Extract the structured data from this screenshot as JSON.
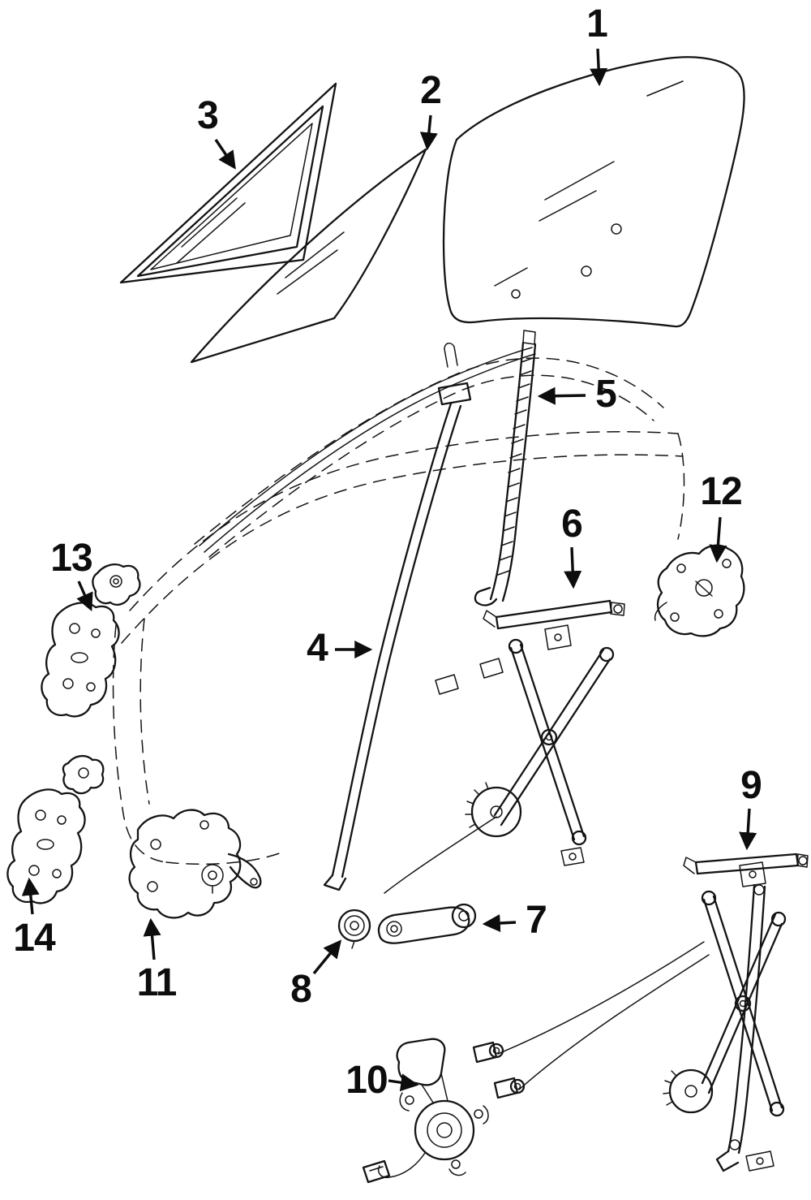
{
  "diagram": {
    "background_color": "#ffffff",
    "line_color": "#141414",
    "callouts": [
      {
        "number": "1",
        "target": "door-glass"
      },
      {
        "number": "2",
        "target": "division-channel-glass"
      },
      {
        "number": "3",
        "target": "vent-glass-assembly"
      },
      {
        "number": "4",
        "target": "front-glass-run-channel"
      },
      {
        "number": "5",
        "target": "rear-glass-run-channel"
      },
      {
        "number": "6",
        "target": "front-window-regulator"
      },
      {
        "number": "7",
        "target": "window-crank-handle"
      },
      {
        "number": "8",
        "target": "handle-escutcheon"
      },
      {
        "number": "9",
        "target": "rear-window-regulator"
      },
      {
        "number": "10",
        "target": "window-motor"
      },
      {
        "number": "11",
        "target": "front-door-lock"
      },
      {
        "number": "12",
        "target": "rear-door-lock"
      },
      {
        "number": "13",
        "target": "upper-door-hinge"
      },
      {
        "number": "14",
        "target": "lower-door-hinge"
      }
    ]
  }
}
